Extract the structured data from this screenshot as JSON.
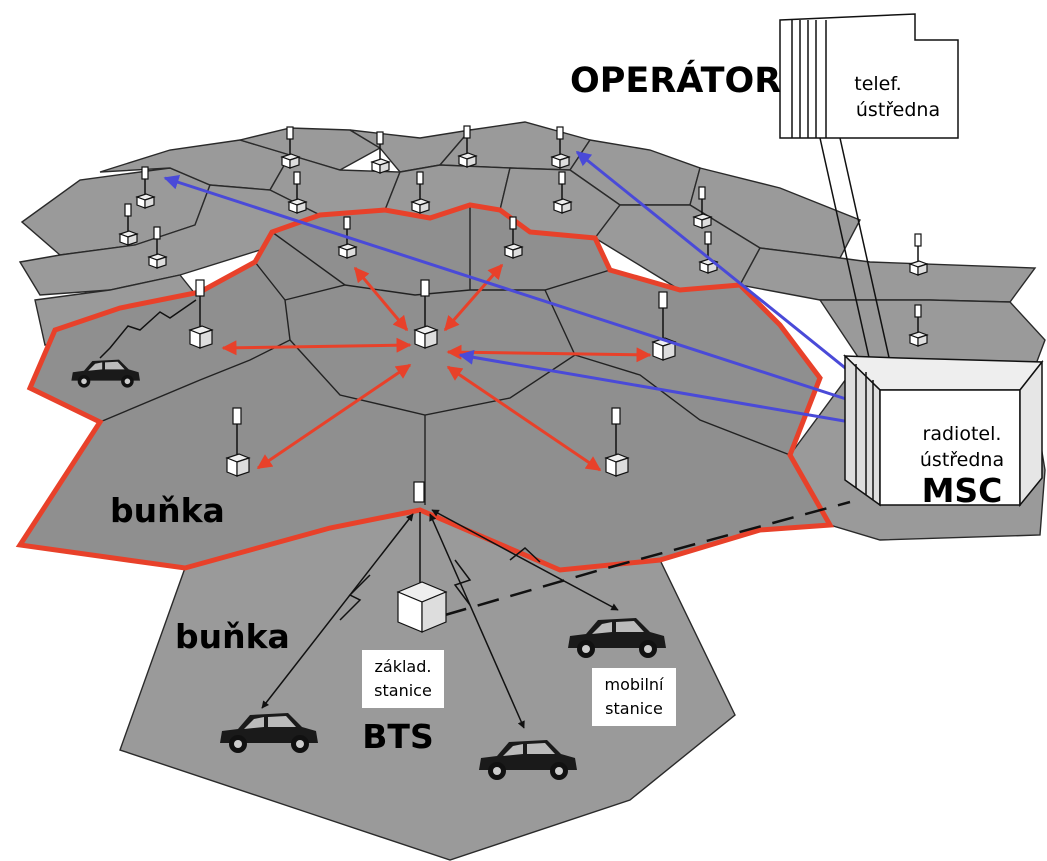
{
  "labels": {
    "operator": "OPERÁTOR",
    "pstn_line1": "telef.",
    "pstn_line2": "ústředna",
    "msc_line1": "radiotel.",
    "msc_line2": "ústředna",
    "msc_code": "MSC",
    "cell_upper": "buňka",
    "cell_lower": "buňka",
    "bts_line1": "základ.",
    "bts_line2": "stanice",
    "bts_code": "BTS",
    "ms_line1": "mobilní",
    "ms_line2": "stanice"
  },
  "colors": {
    "cell_fill": "#9a9a9a",
    "cell_outline": "#2a2a2a",
    "cluster_border": "#e8412a",
    "bts_link": "#e8412a",
    "msc_link": "#4a4ad8"
  },
  "icons": [
    "antenna-mast-icon",
    "base-station-box-icon",
    "car-icon",
    "msc-building-icon",
    "exchange-building-icon"
  ]
}
